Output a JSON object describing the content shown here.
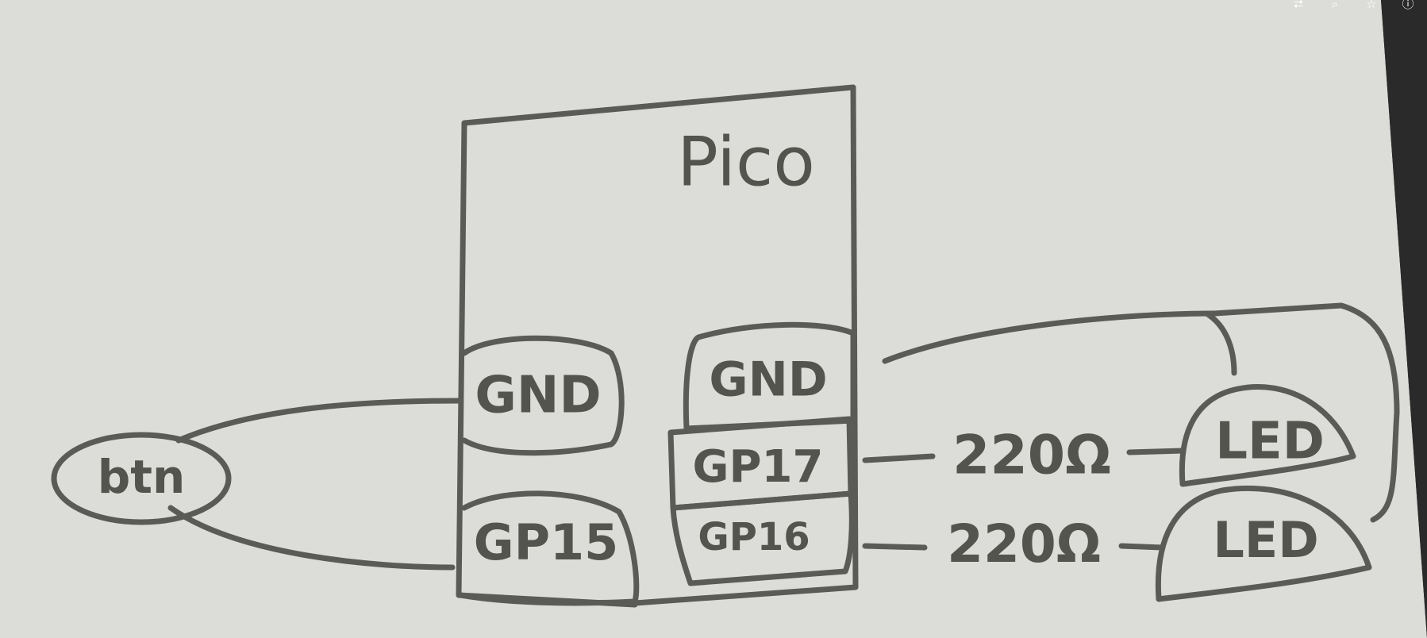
{
  "diagram": {
    "board_title": "Pico",
    "pins_left": [
      "GND",
      "GP15"
    ],
    "pins_right": [
      "GND",
      "GP17",
      "GP16"
    ],
    "button_label": "btn",
    "resistors": [
      "220Ω",
      "220Ω"
    ],
    "leds": [
      "LED",
      "LED"
    ]
  },
  "viewer": {
    "icons": [
      "share-icon",
      "zoom-icon",
      "star-icon",
      "info-icon"
    ]
  },
  "colors": {
    "paper": "#dcdcd8",
    "ink": "#5a5a56",
    "background": "#2a2a2a"
  }
}
